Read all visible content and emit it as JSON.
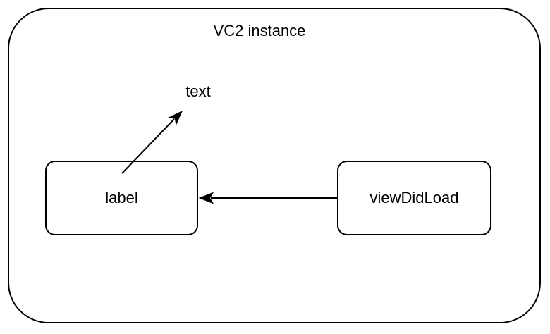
{
  "diagram": {
    "container": {
      "label": "VC2 instance"
    },
    "nodes": [
      {
        "id": "label",
        "label": "label",
        "shape": "rounded-rectangle"
      },
      {
        "id": "viewDidLoad",
        "label": "viewDidLoad",
        "shape": "rounded-rectangle"
      }
    ],
    "annotations": [
      {
        "id": "text",
        "label": "text"
      }
    ],
    "edges": [
      {
        "from": "viewDidLoad",
        "to": "label",
        "style": "solid-arrow",
        "direction": "left"
      },
      {
        "from": "label",
        "to": "text",
        "style": "solid-arrow",
        "direction": "up-right"
      }
    ],
    "colors": {
      "stroke": "#000000",
      "background": "#ffffff"
    }
  }
}
